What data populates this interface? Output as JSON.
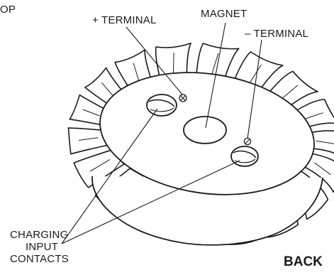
{
  "labels": {
    "top_partial": "OP",
    "plus_terminal": "+ TERMINAL",
    "magnet": "MAGNET",
    "minus_terminal": "– TERMINAL",
    "charging_line1": "CHARGING",
    "charging_line2": "INPUT",
    "charging_line3": "CONTACTS",
    "view": "BACK"
  },
  "colors": {
    "ink": "#1a1a1a",
    "paper": "#ffffff"
  }
}
